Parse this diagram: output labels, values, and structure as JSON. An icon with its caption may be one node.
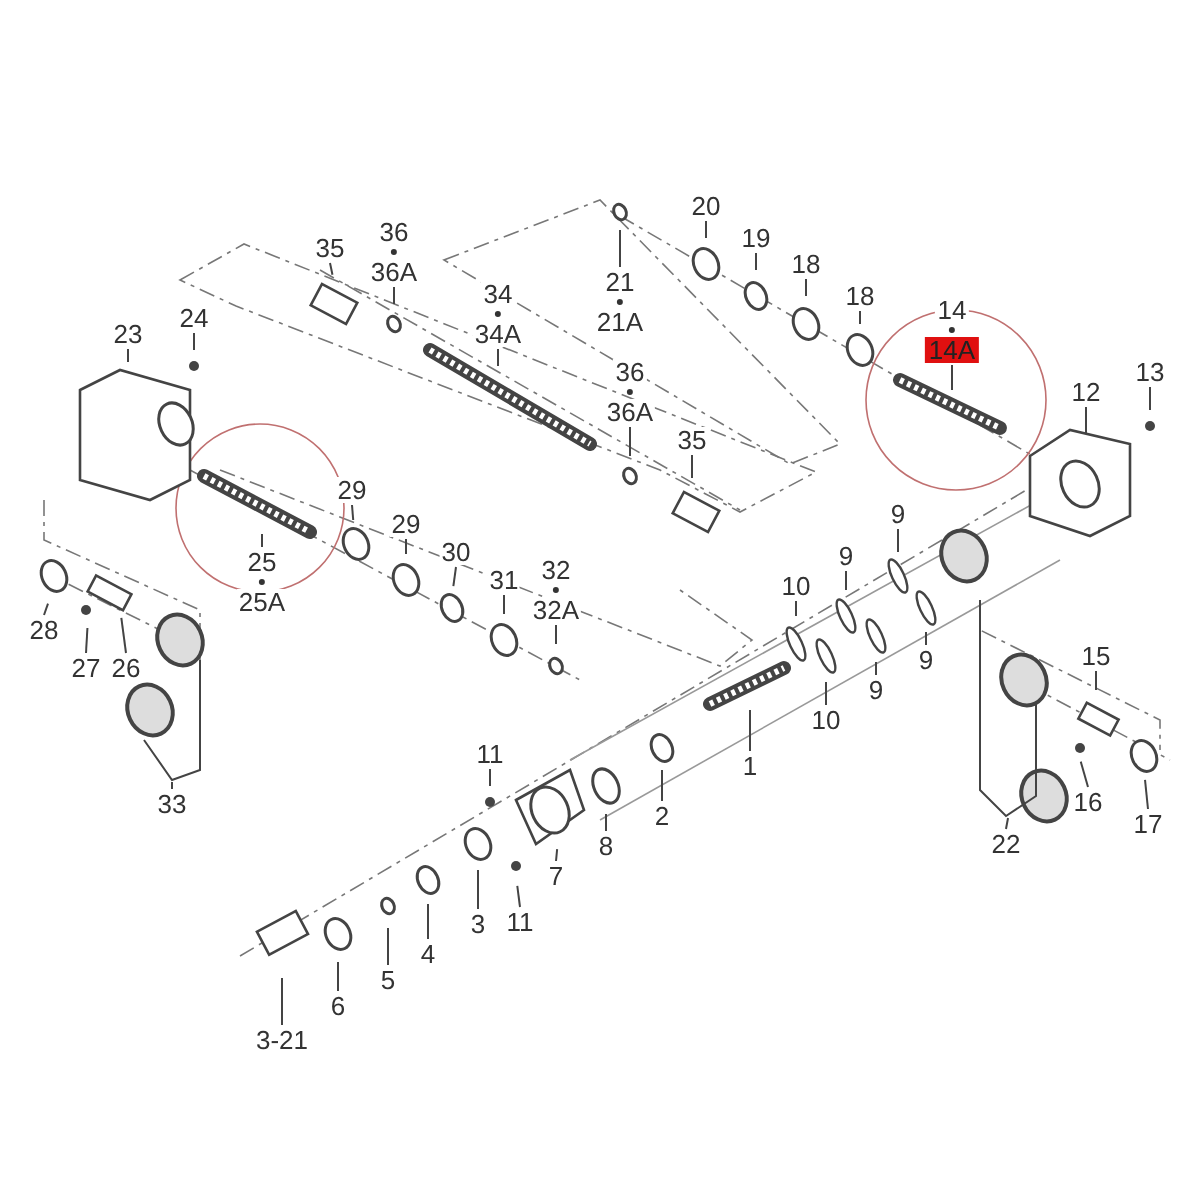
{
  "diagram": {
    "nodes": [
      {
        "text": [
          "20"
        ]
      },
      {
        "text": [
          "21",
          "21A"
        ]
      },
      {
        "text": [
          "35"
        ]
      },
      {
        "text": [
          "36",
          "36A"
        ]
      },
      {
        "text": [
          "19"
        ]
      },
      {
        "text": [
          "18"
        ]
      },
      {
        "text": [
          "34",
          "34A"
        ]
      },
      {
        "text": [
          "18"
        ]
      },
      {
        "text": [
          "14",
          "14A"
        ]
      },
      {
        "text": [
          "24"
        ]
      },
      {
        "text": [
          "23"
        ]
      },
      {
        "text": [
          "36",
          "36A"
        ]
      },
      {
        "text": [
          "13"
        ]
      },
      {
        "text": [
          "12"
        ]
      },
      {
        "text": [
          "35"
        ]
      },
      {
        "text": [
          "29"
        ]
      },
      {
        "text": [
          "9"
        ]
      },
      {
        "text": [
          "29"
        ]
      },
      {
        "text": [
          "9"
        ]
      },
      {
        "text": [
          "30"
        ]
      },
      {
        "text": [
          "25",
          "25A"
        ]
      },
      {
        "text": [
          "10"
        ]
      },
      {
        "text": [
          "32",
          "32A"
        ]
      },
      {
        "text": [
          "31"
        ]
      },
      {
        "text": [
          "28"
        ]
      },
      {
        "text": [
          "27"
        ]
      },
      {
        "text": [
          "9"
        ]
      },
      {
        "text": [
          "26"
        ]
      },
      {
        "text": [
          "15"
        ]
      },
      {
        "text": [
          "9"
        ]
      },
      {
        "text": [
          "10"
        ]
      },
      {
        "text": [
          "11"
        ]
      },
      {
        "text": [
          "1"
        ]
      },
      {
        "text": [
          "16"
        ]
      },
      {
        "text": [
          "33"
        ]
      },
      {
        "text": [
          "2"
        ]
      },
      {
        "text": [
          "17"
        ]
      },
      {
        "text": [
          "22"
        ]
      },
      {
        "text": [
          "8"
        ]
      },
      {
        "text": [
          "7"
        ]
      },
      {
        "text": [
          "11"
        ]
      },
      {
        "text": [
          "3"
        ]
      },
      {
        "text": [
          "4"
        ]
      },
      {
        "text": [
          "5"
        ]
      },
      {
        "text": [
          "6"
        ]
      },
      {
        "text": [
          "3-21"
        ]
      },
      {
        "text": [],
        "shape": "bracket"
      },
      {
        "text": [],
        "shape": "bracket"
      }
    ],
    "edges": [
      {
        "from": 0,
        "to": null,
        "arrow": "none"
      },
      {
        "from": 1,
        "to": null,
        "arrow": "none"
      },
      {
        "from": 2,
        "to": null,
        "arrow": "none"
      },
      {
        "from": 3,
        "to": null,
        "arrow": "none"
      },
      {
        "from": 4,
        "to": null,
        "arrow": "none"
      },
      {
        "from": 5,
        "to": null,
        "arrow": "none"
      },
      {
        "from": 6,
        "to": null,
        "arrow": "none"
      },
      {
        "from": 7,
        "to": null,
        "arrow": "none"
      },
      {
        "from": 8,
        "to": null,
        "arrow": "none"
      },
      {
        "from": 9,
        "to": null,
        "arrow": "none"
      },
      {
        "from": 10,
        "to": null,
        "arrow": "none"
      },
      {
        "from": 11,
        "to": null,
        "arrow": "none"
      },
      {
        "from": 12,
        "to": null,
        "arrow": "none"
      },
      {
        "from": 13,
        "to": null,
        "arrow": "none"
      },
      {
        "from": 14,
        "to": null,
        "arrow": "none"
      },
      {
        "from": 15,
        "to": null,
        "arrow": "none"
      },
      {
        "from": 16,
        "to": null,
        "arrow": "none"
      },
      {
        "from": 17,
        "to": null,
        "arrow": "none"
      },
      {
        "from": 18,
        "to": null,
        "arrow": "none"
      },
      {
        "from": 19,
        "to": null,
        "arrow": "none"
      },
      {
        "from": 20,
        "to": null,
        "arrow": "none"
      },
      {
        "from": 21,
        "to": null,
        "arrow": "none"
      },
      {
        "from": 22,
        "to": null,
        "arrow": "none"
      },
      {
        "from": 23,
        "to": null,
        "arrow": "none"
      },
      {
        "from": 24,
        "to": null,
        "arrow": "none"
      },
      {
        "from": 25,
        "to": null,
        "arrow": "none"
      },
      {
        "from": 26,
        "to": null,
        "arrow": "none"
      },
      {
        "from": 27,
        "to": null,
        "arrow": "none"
      },
      {
        "from": 28,
        "to": null,
        "arrow": "none"
      },
      {
        "from": 29,
        "to": null,
        "arrow": "none"
      },
      {
        "from": 30,
        "to": null,
        "arrow": "none"
      },
      {
        "from": 31,
        "to": null,
        "arrow": "none"
      },
      {
        "from": 32,
        "to": null,
        "arrow": "none"
      },
      {
        "from": 33,
        "to": null,
        "arrow": "none"
      },
      {
        "from": 34,
        "to": 46,
        "arrow": "none"
      },
      {
        "from": 35,
        "to": null,
        "arrow": "none"
      },
      {
        "from": 36,
        "to": null,
        "arrow": "none"
      },
      {
        "from": 37,
        "to": 47,
        "arrow": "none"
      },
      {
        "from": 38,
        "to": null,
        "arrow": "none"
      },
      {
        "from": 39,
        "to": null,
        "arrow": "none"
      },
      {
        "from": 40,
        "to": null,
        "arrow": "none"
      },
      {
        "from": 41,
        "to": null,
        "arrow": "none"
      },
      {
        "from": 42,
        "to": null,
        "arrow": "none"
      },
      {
        "from": 43,
        "to": null,
        "arrow": "none"
      },
      {
        "from": 44,
        "to": null,
        "arrow": "none"
      },
      {
        "from": 45,
        "to": null,
        "arrow": "none"
      }
    ]
  }
}
